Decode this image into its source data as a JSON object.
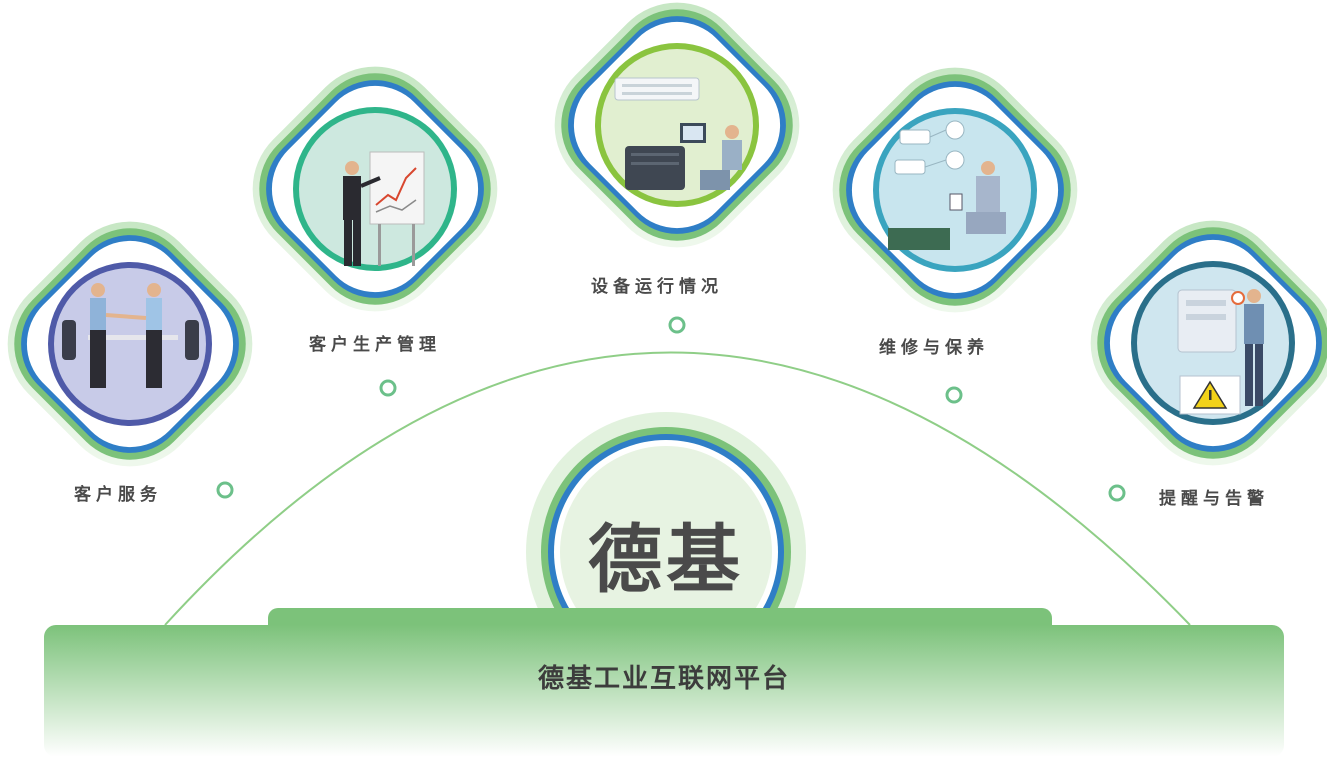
{
  "center": {
    "title": "德基"
  },
  "platform_bar": {
    "label": "德基工业互联网平台"
  },
  "modules": [
    {
      "label": "客户服务",
      "icon": "handshake-icon",
      "color": "#4f5aa8"
    },
    {
      "label": "客户生产管理",
      "icon": "presentation-icon",
      "color": "#2fb58a"
    },
    {
      "label": "设备运行情况",
      "icon": "server-monitor-icon",
      "color": "#8ac43f"
    },
    {
      "label": "维修与保养",
      "icon": "repair-technician-icon",
      "color": "#3aa4bf"
    },
    {
      "label": "提醒与告警",
      "icon": "warning-alert-icon",
      "color": "#2a6f8a"
    }
  ],
  "colors": {
    "green": "#7cc27a",
    "light_green": "#d7ecd3",
    "blue_ring": "#2f7ec6",
    "text": "#4a4a4a"
  }
}
